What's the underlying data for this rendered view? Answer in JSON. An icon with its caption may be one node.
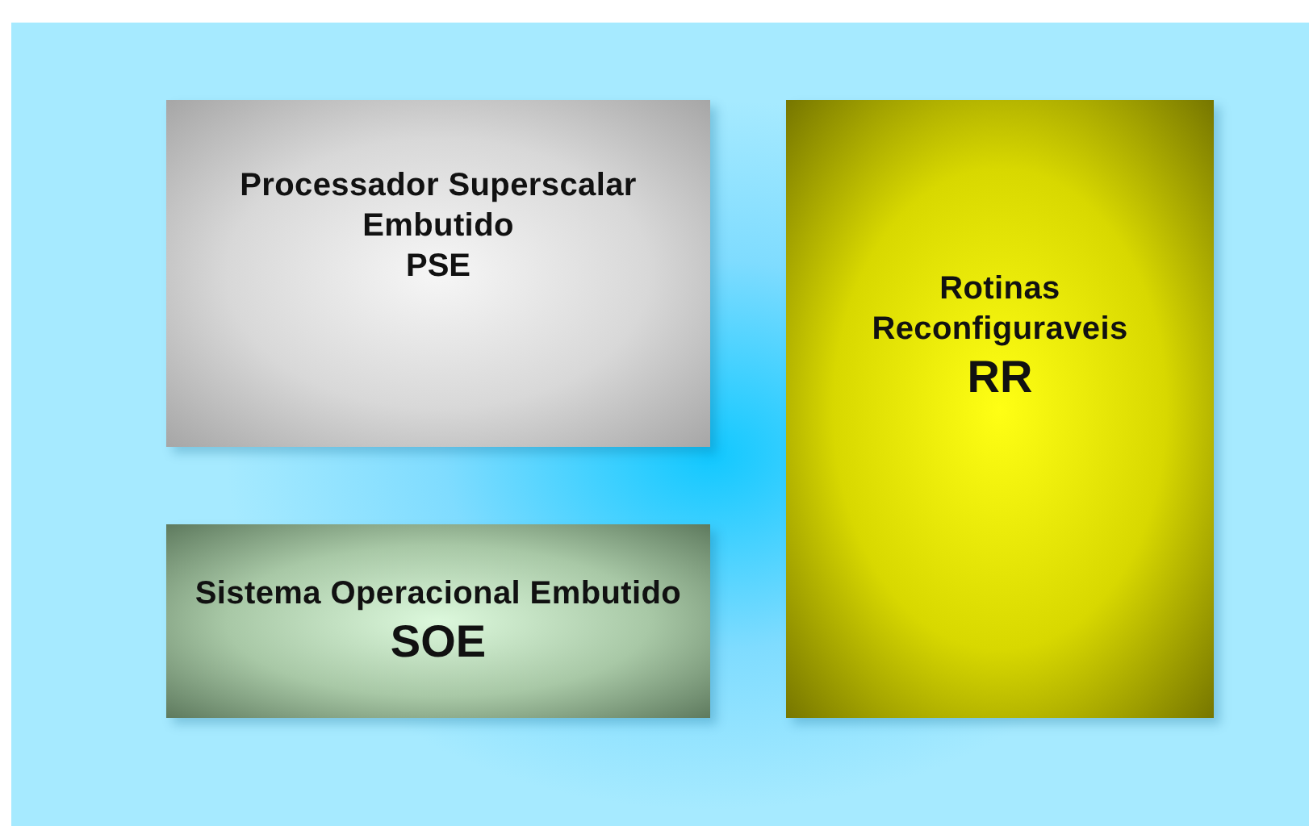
{
  "diagram": {
    "nodes": [
      {
        "text": [
          "Processador Superscalar Embutido",
          "PSE"
        ]
      },
      {
        "text": [
          "Sistema Operacional Embutido",
          "SOE"
        ]
      },
      {
        "text": [
          "Rotinas Reconfiguraveis",
          "RR"
        ]
      }
    ]
  }
}
